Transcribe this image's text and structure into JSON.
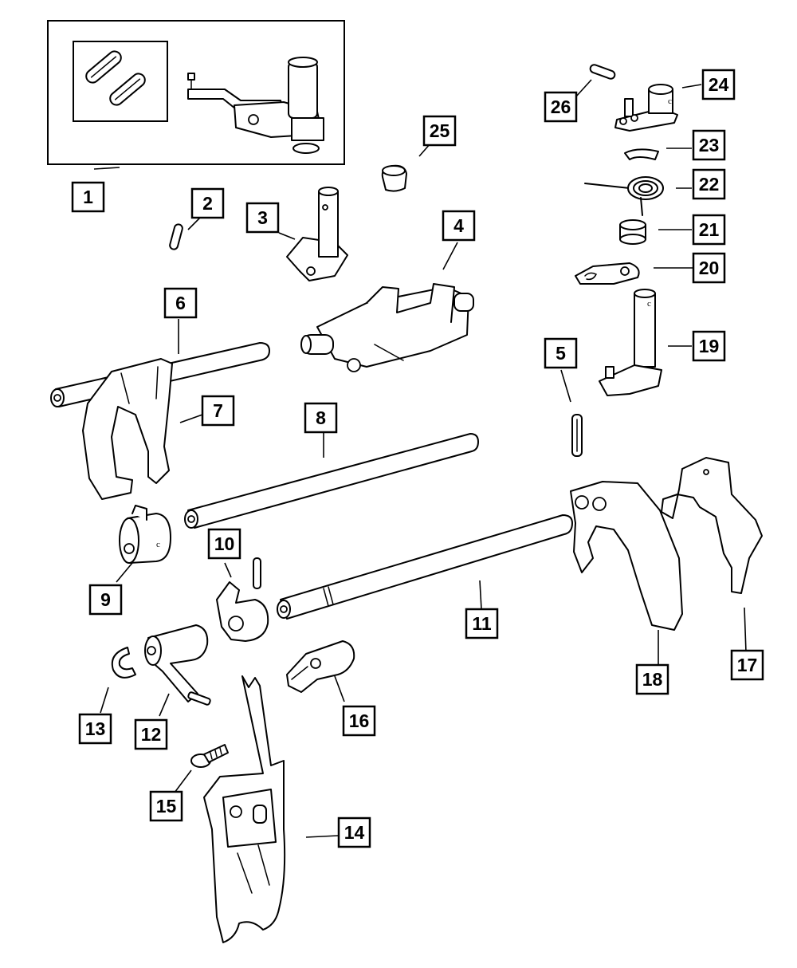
{
  "diagram": {
    "callouts": [
      {
        "id": "1",
        "label": "1"
      },
      {
        "id": "2",
        "label": "2"
      },
      {
        "id": "3",
        "label": "3"
      },
      {
        "id": "4",
        "label": "4"
      },
      {
        "id": "5",
        "label": "5"
      },
      {
        "id": "6",
        "label": "6"
      },
      {
        "id": "7",
        "label": "7"
      },
      {
        "id": "8",
        "label": "8"
      },
      {
        "id": "9",
        "label": "9"
      },
      {
        "id": "10",
        "label": "10"
      },
      {
        "id": "11",
        "label": "11"
      },
      {
        "id": "12",
        "label": "12"
      },
      {
        "id": "13",
        "label": "13"
      },
      {
        "id": "14",
        "label": "14"
      },
      {
        "id": "15",
        "label": "15"
      },
      {
        "id": "16",
        "label": "16"
      },
      {
        "id": "17",
        "label": "17"
      },
      {
        "id": "18",
        "label": "18"
      },
      {
        "id": "19",
        "label": "19"
      },
      {
        "id": "20",
        "label": "20"
      },
      {
        "id": "21",
        "label": "21"
      },
      {
        "id": "22",
        "label": "22"
      },
      {
        "id": "23",
        "label": "23"
      },
      {
        "id": "24",
        "label": "24"
      },
      {
        "id": "25",
        "label": "25"
      },
      {
        "id": "26",
        "label": "26"
      }
    ],
    "part_marks": {
      "c": "c"
    }
  }
}
